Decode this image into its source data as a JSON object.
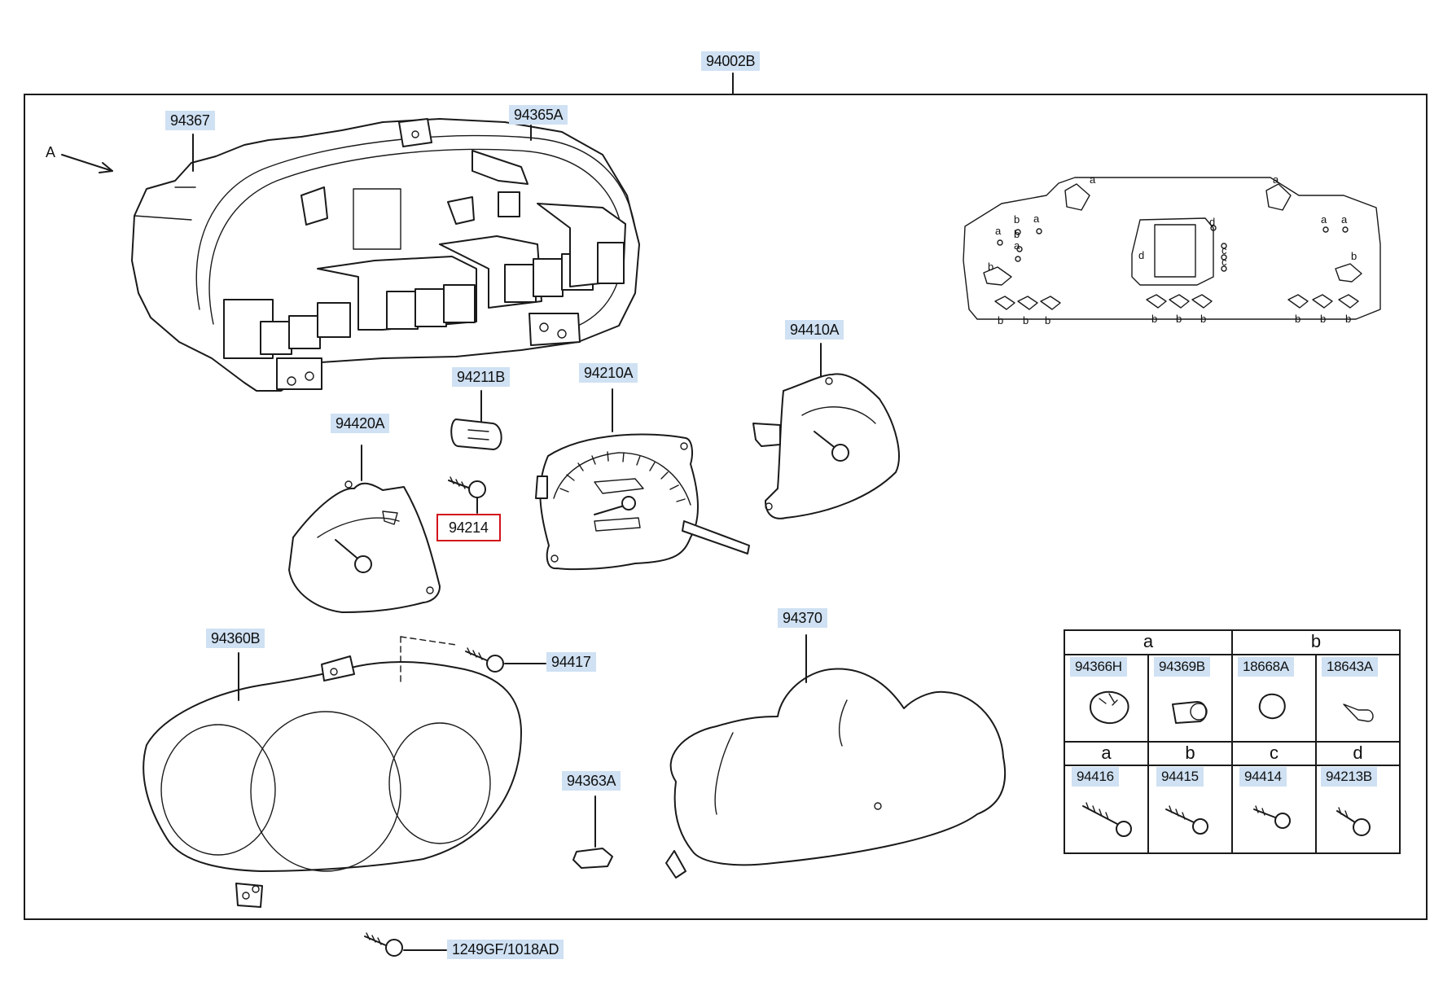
{
  "diagram": {
    "assembly_label": "94002B",
    "view_marker": "A",
    "parts": {
      "p94367": "94367",
      "p94365A": "94365A",
      "p94211B": "94211B",
      "p94210A": "94210A",
      "p94410A": "94410A",
      "p94420A": "94420A",
      "p94214": "94214",
      "p94360B": "94360B",
      "p94417": "94417",
      "p94370": "94370",
      "p94363A": "94363A",
      "p1249GF": "1249GF/1018AD"
    },
    "selected_part": "94214",
    "pcb_markers": {
      "a": "a",
      "b": "b",
      "c": "c",
      "d": "d"
    },
    "legend_table": {
      "row1_headers": [
        "a",
        "b"
      ],
      "row1_parts": [
        "94366H",
        "94369B",
        "18668A",
        "18643A"
      ],
      "row2_headers": [
        "a",
        "b",
        "c",
        "d"
      ],
      "row2_parts": [
        "94416",
        "94415",
        "94414",
        "94213B"
      ]
    }
  }
}
